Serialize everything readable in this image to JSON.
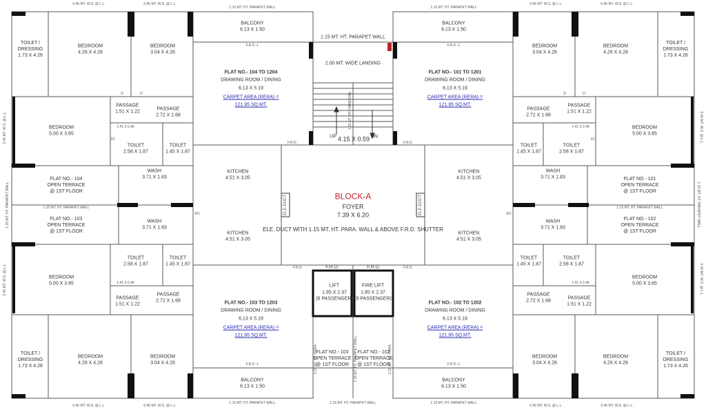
{
  "block": {
    "name": "BLOCK-A",
    "foyer": "FOYER",
    "foyer_dim": "7.39 X 6.20",
    "ele_duct_note": "ELE. DUCT WITH 1.15 MT. HT. PARA. WALL & ABOVE F.R.D. SHUTTER",
    "ele_duct": "ELE-DUCT"
  },
  "stair": {
    "landing": "2.00 MT. WIDE LANDING",
    "dim": "4.15 X 0.59",
    "up": "UP",
    "dn": "DN",
    "rail": "1.15 MT. HT. HAND RAIL"
  },
  "parapet": "1.15 MT. HT. PARAPET WALL",
  "parapet_short": "1.15 MT. HT. PARA.",
  "setback": "0.46 MT. W.S. @ L.L.",
  "frd": "F.R.D.",
  "frd1": "F.R.D.-1",
  "lift": {
    "name": "LIFT",
    "dim": "1.95 X 2.37",
    "cap": "(8 PASSENGER)"
  },
  "fire_lift": {
    "name": "FIRE LIFT",
    "dim": "1.95 X 2.37",
    "cap": "(8 PASSENGER)"
  },
  "flats": {
    "tl": {
      "title": "FLAT NO.- 104 TO 1204",
      "room": "DRAWING ROOM / DINING",
      "dim": "6.13 X 5.19",
      "carpet": "CARPET AREA (RERA) =",
      "area": "121.95 SQ.MT."
    },
    "tr": {
      "title": "FLAT NO.- 101 TO 1201",
      "room": "DRAWING ROOM / DINING",
      "dim": "6.13 X 5.19",
      "carpet": "CARPET AREA (RERA) =",
      "area": "121.95 SQ.MT."
    },
    "bl": {
      "title": "FLAT NO.- 103 TO 1203",
      "room": "DRAWING ROOM / DINING",
      "dim": "6.13 X 5.19",
      "carpet": "CARPET AREA (RERA) =",
      "area": "121.95 SQ.MT."
    },
    "br": {
      "title": "FLAT NO.- 102 TO 1202",
      "room": "DRAWING ROOM / DINING",
      "dim": "6.13 X 5.19",
      "carpet": "CARPET AREA (RERA) =",
      "area": "121.95 SQ.MT."
    }
  },
  "rooms": {
    "toilet_dressing": "TOILET /\nDRESSING\n1.73 X 4.26",
    "bedroom_a": "BEDROOM\n4.26 X 4.26",
    "bedroom_b": "BEDROOM\n3.04 X 4.26",
    "bedroom_c": "BEDROOM\n5.00 X 3.65",
    "balcony": "BALCONY\n6.13 X 1.50",
    "passage_a": "PASSAGE\n1.51 X 1.22",
    "passage_b": "PASSAGE\n2.72 X 1.68",
    "toilet_a": "TOILET\n2.58 X 1.87",
    "toilet_b": "TOILET\n1.45 X 1.87",
    "kitchen": "KITCHEN\n4.51 X 3.05",
    "wash": "WASH\n3.71 X 1.83",
    "small": "1.41 X 0.46",
    "terrace_104": "FLAT NO.- 104\nOPEN TERRACE\n@ 1ST FLOOR",
    "terrace_103": "FLAT NO.- 103\nOPEN TERRACE\n@ 1ST FLOOR",
    "terrace_101": "FLAT NO.- 101\nOPEN TERRACE\n@ 1ST FLOOR",
    "terrace_102": "FLAT NO.- 102\nOPEN TERRACE\n@ 1ST FLOOR",
    "door": "D",
    "door1": "D1",
    "window": "W1"
  },
  "colors": {
    "wall": "#111111",
    "line": "#444444",
    "red": "#c0202a",
    "blue": "#2a2ab0"
  }
}
